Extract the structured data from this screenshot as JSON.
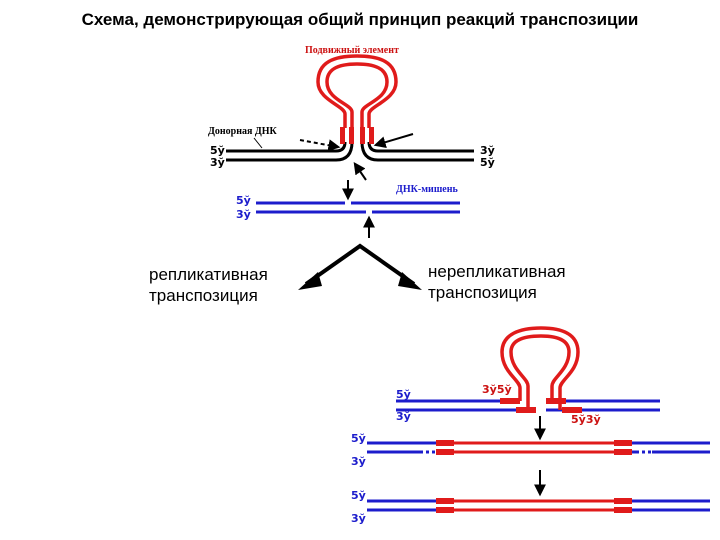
{
  "title": "Схема, демонстрирующая общий принцип реакций транспозиции",
  "labels": {
    "mobile_element": "Подвижный элемент",
    "donor_dna": "Донорная ДНК",
    "target_dna": "ДНК-мишень"
  },
  "ends": {
    "five_prime": "5ў",
    "three_prime": "3ў",
    "three_five": "3ў5ў",
    "five_three": "5ў3ў"
  },
  "branches": {
    "replicative": "репликативная транспозиция",
    "nonreplicative": "нерепликативная транспозиция"
  },
  "colors": {
    "donor_strand": "#000000",
    "target_strand": "#1c1ccc",
    "element": "#e01b1b",
    "label_red": "#cc1111",
    "label_blue": "#1c1ccc",
    "arrow": "#000000"
  }
}
